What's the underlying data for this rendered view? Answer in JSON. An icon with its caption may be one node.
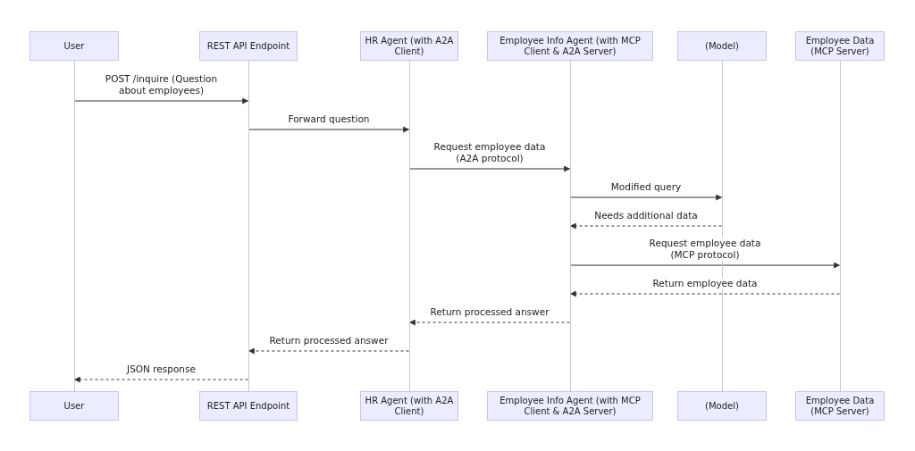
{
  "diagram": {
    "nodes": [
      {
        "text": [
          "User"
        ]
      },
      {
        "text": [
          "REST API Endpoint"
        ]
      },
      {
        "text": [
          "HR Agent (with A2A Client)"
        ]
      },
      {
        "text": [
          "Employee Info Agent (with MCP Client & A2A Server)"
        ]
      },
      {
        "text": [
          "(Model)"
        ]
      },
      {
        "text": [
          "Employee Data (MCP Server)"
        ]
      },
      {
        "text": [],
        "shape": "line"
      },
      {
        "text": [],
        "shape": "line"
      },
      {
        "text": [],
        "shape": "line"
      },
      {
        "text": [],
        "shape": "line"
      },
      {
        "text": [],
        "shape": "line"
      },
      {
        "text": [],
        "shape": "line"
      },
      {
        "text": [
          "User"
        ]
      },
      {
        "text": [
          "REST API Endpoint"
        ]
      },
      {
        "text": [
          "HR Agent (with A2A Client)"
        ]
      },
      {
        "text": [
          "Employee Info Agent (with MCP Client & A2A Server)"
        ]
      },
      {
        "text": [
          "(Model)"
        ]
      },
      {
        "text": [
          "Employee Data (MCP Server)"
        ]
      }
    ],
    "edges": [
      {
        "from": 6,
        "to": 7,
        "arrow": "to",
        "label": "POST /inquire (Question about employees)"
      },
      {
        "from": 7,
        "to": 8,
        "arrow": "to",
        "label": "Forward question"
      },
      {
        "from": 8,
        "to": 9,
        "arrow": "to",
        "label": "Request employee data (A2A protocol)"
      },
      {
        "from": 9,
        "to": 10,
        "arrow": "to",
        "label": "Modified query"
      },
      {
        "from": 10,
        "to": 9,
        "arrow": "to",
        "label": "Needs additional data",
        "style": "dashed"
      },
      {
        "from": 9,
        "to": 11,
        "arrow": "to",
        "label": "Request employee data (MCP protocol)"
      },
      {
        "from": 11,
        "to": 9,
        "arrow": "to",
        "label": "Return employee data",
        "style": "dashed"
      },
      {
        "from": 9,
        "to": 8,
        "arrow": "to",
        "label": "Return processed answer",
        "style": "dashed"
      },
      {
        "from": 8,
        "to": 7,
        "arrow": "to",
        "label": "Return processed answer",
        "style": "dashed"
      },
      {
        "from": 7,
        "to": 6,
        "arrow": "to",
        "label": "JSON response",
        "style": "dashed"
      }
    ]
  }
}
